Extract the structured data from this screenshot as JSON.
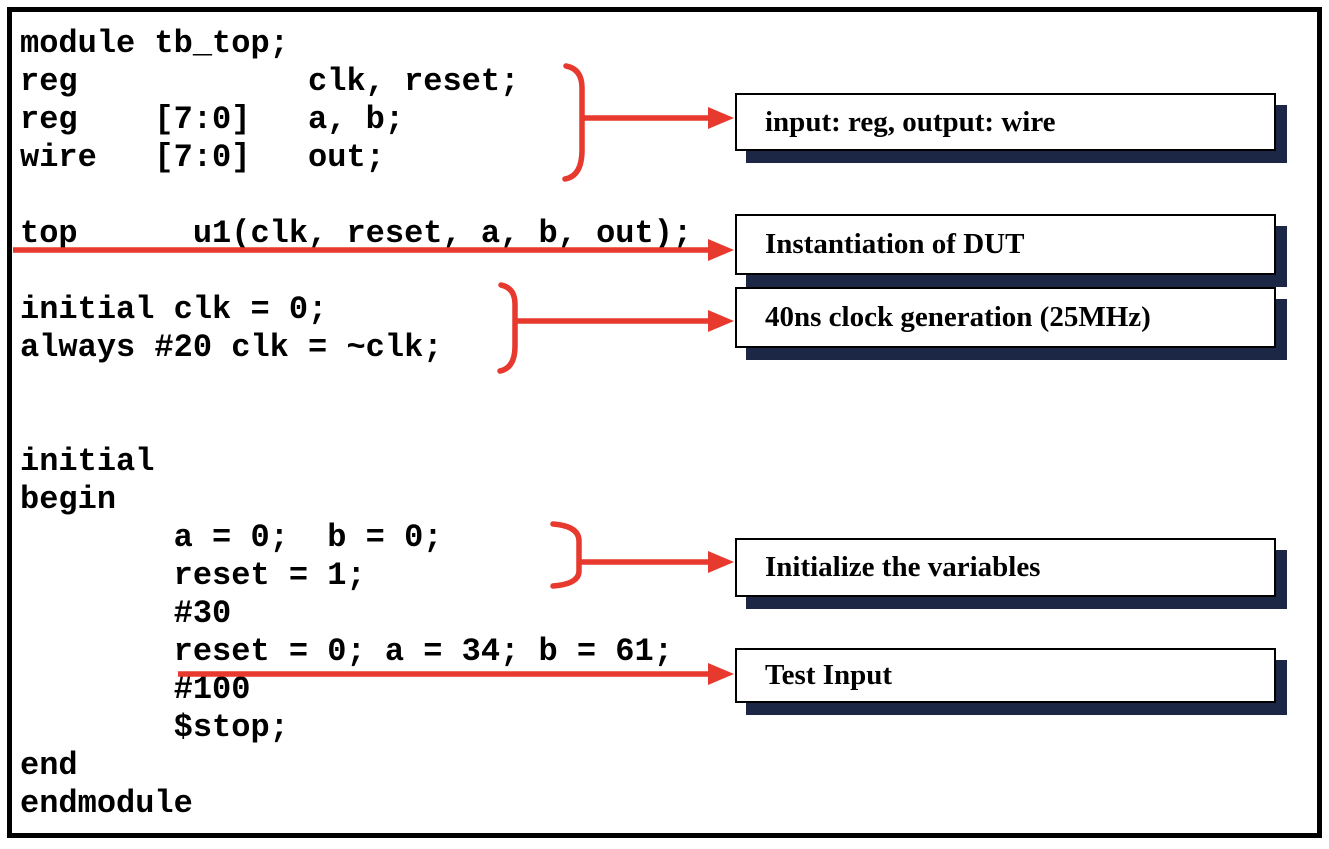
{
  "code_panel": {
    "lines": [
      "module tb_top;",
      "reg            clk, reset;",
      "reg    [7:0]   a, b;",
      "wire   [7:0]   out;",
      "",
      "top      u1(clk, reset, a, b, out);",
      "",
      "initial clk = 0;",
      "always #20 clk = ~clk;",
      "",
      "",
      "initial",
      "begin",
      "        a = 0;  b = 0;",
      "        reset = 1;",
      "        #30",
      "        reset = 0; a = 34; b = 61;",
      "        #100",
      "        $stop;",
      "end",
      "endmodule"
    ]
  },
  "callouts": [
    {
      "label": "input: reg, output: wire"
    },
    {
      "label": "Instantiation of DUT"
    },
    {
      "label": "40ns clock generation (25MHz)"
    },
    {
      "label": "Initialize the variables"
    },
    {
      "label": "Test Input"
    }
  ],
  "annotations": {
    "bracket_1_target": "signal declarations (clk, reset, a, b, out)",
    "bracket_2_target": "clock generation block",
    "bracket_3_target": "variable initialization block",
    "underline_1_target": "top u1(clk, reset, a, b, out);",
    "underline_2_target": "reset = 0; a = 34; b = 61;"
  },
  "colors": {
    "arrow_red": "#e7392d",
    "box_shadow_navy": "#1b2744",
    "frame_border": "#000000",
    "code_text": "#000000",
    "background": "#ffffff"
  }
}
